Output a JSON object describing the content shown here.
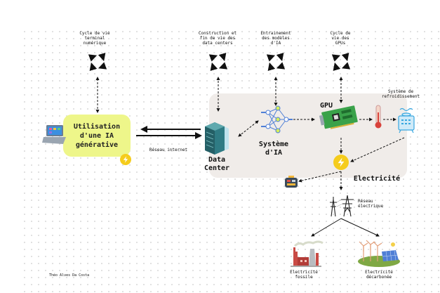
{
  "cycles": [
    {
      "id": "terminal",
      "label": "Cycle de vie\nterminal\nnumérique"
    },
    {
      "id": "datacenters",
      "label": "Construction et\nfin de vie des\ndata centers"
    },
    {
      "id": "models",
      "label": "Entrainement\ndes modèles\nd'IA"
    },
    {
      "id": "gpus",
      "label": "Cycle de\nvie des\nGPUs"
    }
  ],
  "nodes": {
    "usage": "Utilisation\nd'une IA\ngénérative",
    "network": "Réseau internet",
    "datacenter": "Data\nCenter",
    "ai_system": "Système\nd'IA",
    "gpu": "GPU",
    "cooling": "Système de\nrefroidissement",
    "electricity": "Electricité",
    "grid": "Réseau\nélectrique",
    "fossil": "Electricité\nfossile",
    "decarbonized": "Electricité\ndécarbonée"
  },
  "author": "Théo Alves Da Costa",
  "colors": {
    "usage_bg": "#eef68a",
    "zone_bg": "#f0ece9",
    "bolt": "#f5cc1c",
    "server": "#2f7b84",
    "neural": "#4f7fd6",
    "neural_node": "#d6ef5a",
    "gpu": "#3aa24a",
    "thermo": "#d9423b",
    "cooling": "#38a7e0"
  }
}
